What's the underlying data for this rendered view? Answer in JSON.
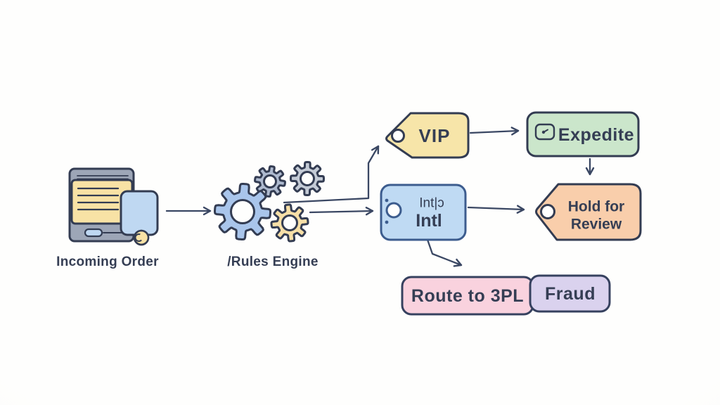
{
  "colors": {
    "background": "#FDFDFB",
    "outline": "#333C52",
    "arrow": "#3A4763",
    "text": "#353E54",
    "gear_blue": "#A9C5EB",
    "gear_steel": "#AEBACF",
    "gear_gray": "#C4CBD6",
    "gear_yellow": "#F6DFA7",
    "order_gray": "#9DA6B7",
    "order_yellow": "#F8E2A5",
    "order_blue": "#BFD8F2",
    "intl_stroke": "#3C5C8E"
  },
  "diagram": {
    "nodes": {
      "incoming_order": {
        "label": "Incoming Order",
        "icon": "order-documents-icon"
      },
      "rules_engine": {
        "label": "/Rules Engine",
        "icon": "gears-icon"
      },
      "vip": {
        "label": "VIP",
        "shape": "tag",
        "fill": "#F7E5A9"
      },
      "intl": {
        "label_top": "Int|ɔ",
        "label": "Intl",
        "shape": "rounded-rect-tag",
        "fill": "#BFDAF3"
      },
      "expedite": {
        "label": "Expedite",
        "icon": "clock-icon",
        "shape": "rounded-rect",
        "fill": "#CBE6CB"
      },
      "hold_for_review": {
        "label_line1": "Hold for",
        "label_line2": "Review",
        "shape": "tag",
        "fill": "#F9CEAB"
      },
      "route_to_3pl": {
        "label": "Route to 3PL",
        "shape": "rounded-rect",
        "fill": "#F9D2DE"
      },
      "fraud": {
        "label": "Fraud",
        "shape": "rounded-rect",
        "fill": "#DAD2EE"
      }
    },
    "edges": [
      {
        "from": "incoming_order",
        "to": "rules_engine"
      },
      {
        "from": "rules_engine",
        "to": "vip"
      },
      {
        "from": "rules_engine",
        "to": "intl"
      },
      {
        "from": "vip",
        "to": "expedite"
      },
      {
        "from": "expedite",
        "to": "hold_for_review"
      },
      {
        "from": "intl",
        "to": "hold_for_review"
      },
      {
        "from": "intl",
        "to": "route_to_3pl"
      }
    ]
  }
}
